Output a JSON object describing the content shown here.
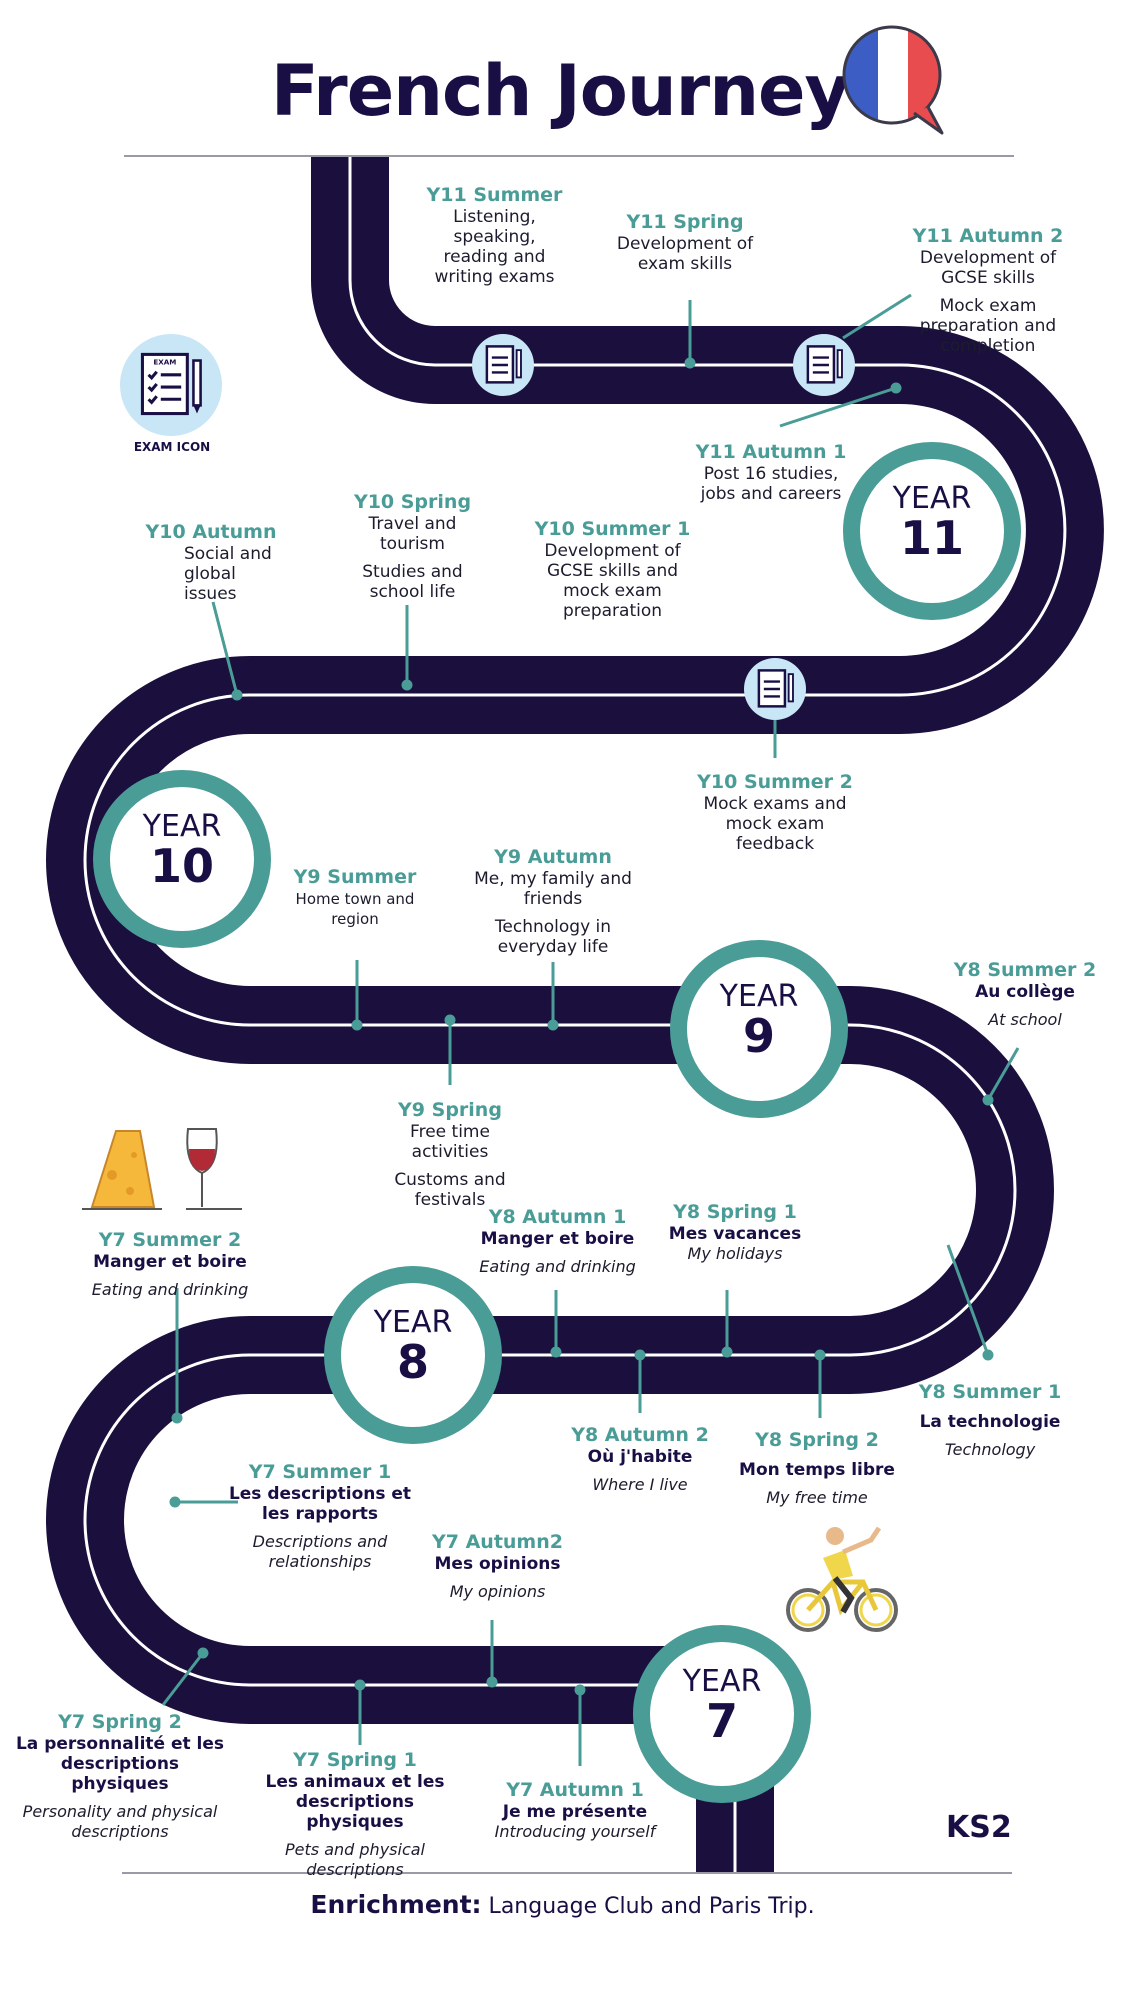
{
  "title": "French Journey",
  "colors": {
    "road": "#1a0f3d",
    "accent": "#4a9c97",
    "navy": "#1a0f45",
    "icon_bg": "#c8e6f5"
  },
  "legend": {
    "icon": "exam-icon",
    "caption": "EXAM ICON",
    "icon_word": "EXAM"
  },
  "years": [
    {
      "word": "YEAR",
      "number": "11"
    },
    {
      "word": "YEAR",
      "number": "10"
    },
    {
      "word": "YEAR",
      "number": "9"
    },
    {
      "word": "YEAR",
      "number": "8"
    },
    {
      "word": "YEAR",
      "number": "7"
    }
  ],
  "y11": {
    "summer": {
      "heading": "Y11 Summer",
      "l1": "Listening,",
      "l2": "speaking,",
      "l3": "reading and",
      "l4": "writing exams"
    },
    "spring": {
      "heading": "Y11 Spring",
      "l1": "Development of",
      "l2": "exam skills"
    },
    "autumn2": {
      "heading": "Y11 Autumn 2",
      "l1": "Development of",
      "l2": "GCSE skills",
      "l3": "Mock exam",
      "l4": "preparation and",
      "l5": "completion"
    },
    "autumn1": {
      "heading": "Y11 Autumn 1",
      "l1": "Post 16 studies,",
      "l2": "jobs and careers"
    }
  },
  "y10": {
    "autumn": {
      "heading": "Y10 Autumn",
      "l1": "Social and",
      "l2": "global",
      "l3": "issues"
    },
    "spring": {
      "heading": "Y10 Spring",
      "l1": "Travel and",
      "l2": "tourism",
      "l3": "Studies and",
      "l4": "school life"
    },
    "summer1": {
      "heading": "Y10 Summer 1",
      "l1": "Development of",
      "l2": "GCSE skills and",
      "l3": "mock exam",
      "l4": "preparation"
    },
    "summer2": {
      "heading": "Y10 Summer 2",
      "l1": "Mock exams and",
      "l2": "mock exam",
      "l3": "feedback"
    }
  },
  "y9": {
    "summer": {
      "heading": "Y9 Summer",
      "l1": "Home town and",
      "l2": "region"
    },
    "autumn": {
      "heading": "Y9 Autumn",
      "l1": "Me, my family and",
      "l2": "friends",
      "l3": "Technology in",
      "l4": "everyday life"
    },
    "spring": {
      "heading": "Y9 Spring",
      "l1": "Free time",
      "l2": "activities",
      "l3": "Customs and",
      "l4": "festivals"
    }
  },
  "y8": {
    "summer2": {
      "heading": "Y8 Summer 2",
      "fr": "Au collège",
      "en": "At school"
    },
    "autumn1": {
      "heading": "Y8 Autumn 1",
      "fr": "Manger et boire",
      "en": "Eating and drinking"
    },
    "spring1": {
      "heading": "Y8 Spring 1",
      "fr": "Mes vacances",
      "en": "My holidays"
    },
    "summer1": {
      "heading": "Y8 Summer 1",
      "fr": "La technologie",
      "en": "Technology"
    },
    "autumn2": {
      "heading": "Y8 Autumn 2",
      "fr": "Où j'habite",
      "en": "Where I live"
    },
    "spring2": {
      "heading": "Y8 Spring 2",
      "fr": "Mon temps libre",
      "en": "My free time"
    }
  },
  "y7": {
    "summer2": {
      "heading": "Y7 Summer 2",
      "fr": "Manger et boire",
      "en": "Eating and drinking"
    },
    "summer1": {
      "heading": "Y7 Summer 1",
      "fr1": "Les descriptions  et",
      "fr2": "les rapports",
      "en1": "Descriptions and",
      "en2": "relationships"
    },
    "autumn2": {
      "heading": "Y7 Autumn2",
      "fr": "Mes opinions",
      "en": "My opinions"
    },
    "spring2": {
      "heading": "Y7 Spring 2",
      "fr1": "La personnalité et les",
      "fr2": "descriptions physiques",
      "en1": "Personality and physical",
      "en2": "descriptions"
    },
    "spring1": {
      "heading": "Y7 Spring 1",
      "fr1": "Les animaux et les",
      "fr2": "descriptions physiques",
      "en1": "Pets and physical",
      "en2": "descriptions"
    },
    "autumn1": {
      "heading": "Y7 Autumn 1",
      "fr": "Je me présente",
      "en": "Introducing yourself"
    }
  },
  "ks2": "KS2",
  "enrichment": {
    "label": "Enrichment:",
    "text": " Language Club and Paris Trip."
  }
}
